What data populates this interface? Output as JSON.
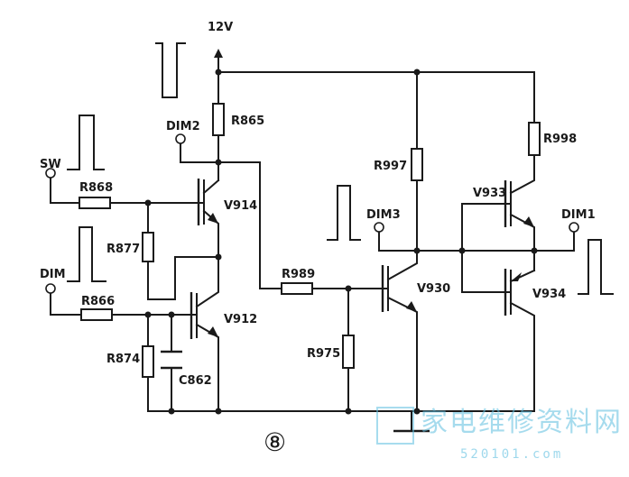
{
  "supply": {
    "label": "12V"
  },
  "resistors": {
    "r865": "R865",
    "r868": "R868",
    "r877": "R877",
    "r866": "R866",
    "r874": "R874",
    "r989": "R989",
    "r975": "R975",
    "r997": "R997",
    "r998": "R998"
  },
  "capacitors": {
    "c862": "C862"
  },
  "transistors": {
    "v914": "V914",
    "v912": "V912",
    "v930": "V930",
    "v933": "V933",
    "v934": "V934"
  },
  "terminals": {
    "dim2": "DIM2",
    "sw": "SW",
    "dim": "DIM",
    "dim3": "DIM3",
    "dim1": "DIM1"
  },
  "figure_number": "⑧",
  "watermark": {
    "text": "家电维修资料网",
    "url": "520101.com"
  }
}
